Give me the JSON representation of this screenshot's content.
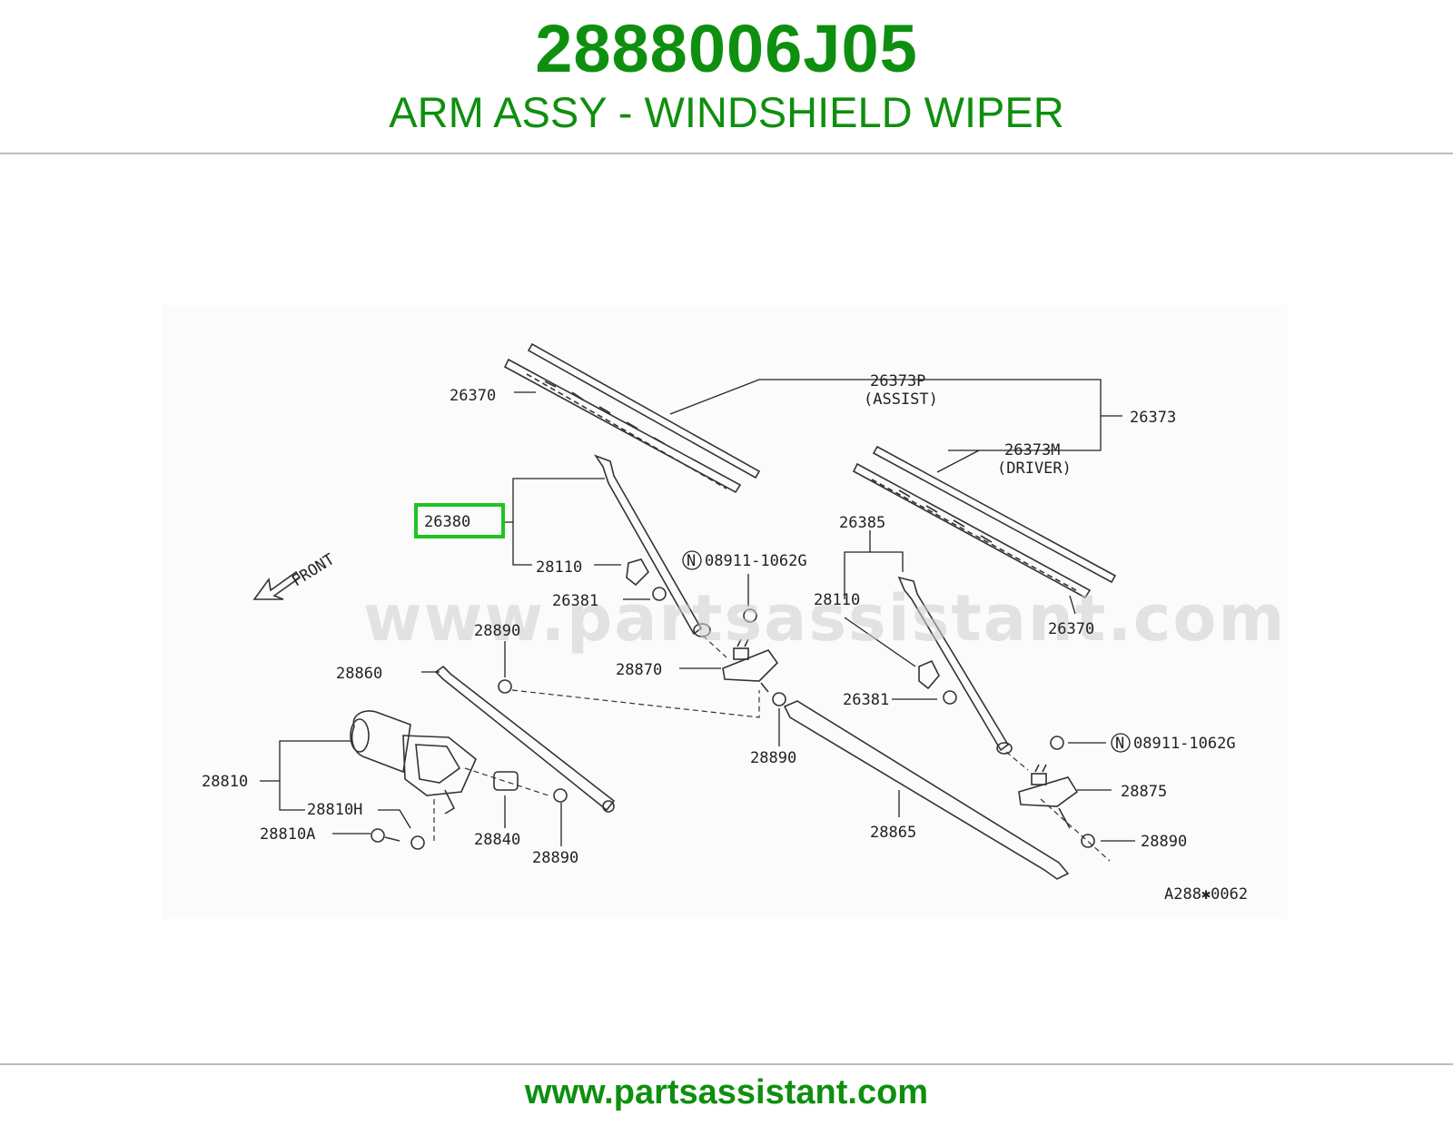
{
  "header": {
    "part_number": "2888006J05",
    "part_title": "ARM ASSY - WINDSHIELD WIPER"
  },
  "diagram": {
    "watermark": "www.partsassistant.com",
    "front_label": "FRONT",
    "drawing_code": "A288✱0062",
    "highlight_color": "#1fc41f",
    "callouts": {
      "c26370_left": "26370",
      "c26373P": "26373P",
      "c26373P_sub": "(ASSIST)",
      "c26373": "26373",
      "c26373M": "26373M",
      "c26373M_sub": "(DRIVER)",
      "c26380": "26380",
      "c28110_left": "28110",
      "c26381_left": "26381",
      "c08911_top": "08911-1062G",
      "c26385": "26385",
      "c28110_right": "28110",
      "c26370_right": "26370",
      "c28890_a": "28890",
      "c28860": "28860",
      "c28870": "28870",
      "c26381_right": "26381",
      "c28890_b": "28890",
      "c08911_right": "08911-1062G",
      "c28875": "28875",
      "c28810": "28810",
      "c28810H": "28810H",
      "c28810A": "28810A",
      "c28840": "28840",
      "c28890_c": "28890",
      "c28865": "28865",
      "c28890_d": "28890",
      "n_symbol": "N"
    }
  },
  "footer": {
    "url": "www.partsassistant.com"
  }
}
